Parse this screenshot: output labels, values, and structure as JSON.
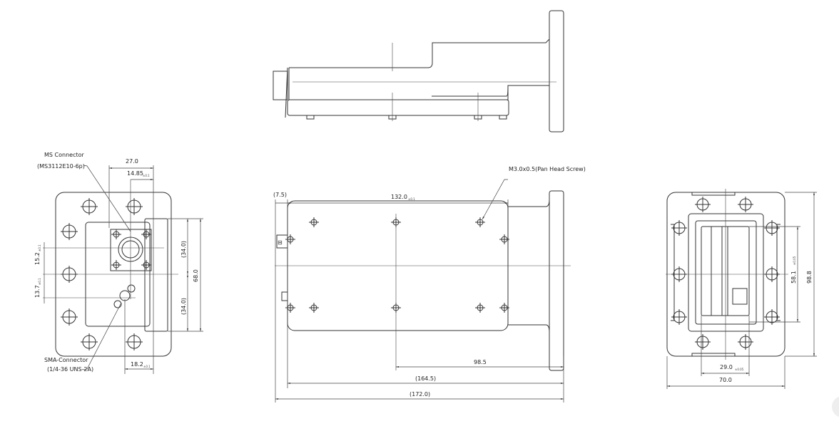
{
  "left_view": {
    "ms_connector_label": "MS Connector",
    "ms_connector_part": "(MS3112E10-6p)",
    "sma_connector_label": "SMA-Connector",
    "sma_connector_part": "(1/4-36 UNS-2A)",
    "dim_width_top": "27.0",
    "dim_offset": "14.85",
    "dim_offset_tol": "±0.1",
    "dim_ms_height": "15.2",
    "dim_ms_tol": "±0.1",
    "dim_sma_height": "13.7",
    "dim_sma_tol": "±0.1",
    "dim_half_upper": "(34.0)",
    "dim_total_height": "68.0",
    "dim_half_lower": "(34.0)",
    "dim_sma_offset": "18.2",
    "dim_sma_offset_tol": "±0.1"
  },
  "front_view": {
    "screw_label": "M3.0x0.5(Pan Head Screw)",
    "dim_connector": "(7.5)",
    "dim_body": "132.0",
    "dim_body_tol": "±0.1",
    "dim_center": "98.5",
    "dim_overall_body": "(164.5)",
    "dim_overall": "(172.0)",
    "connector_glyph": "⊟"
  },
  "right_view": {
    "dim_window_height": "58.1",
    "dim_window_height_tol": "±0.05",
    "dim_flange_height": "98.8",
    "dim_window_width": "29.0",
    "dim_window_width_tol": "±0.05",
    "dim_flange_width": "70.0"
  }
}
